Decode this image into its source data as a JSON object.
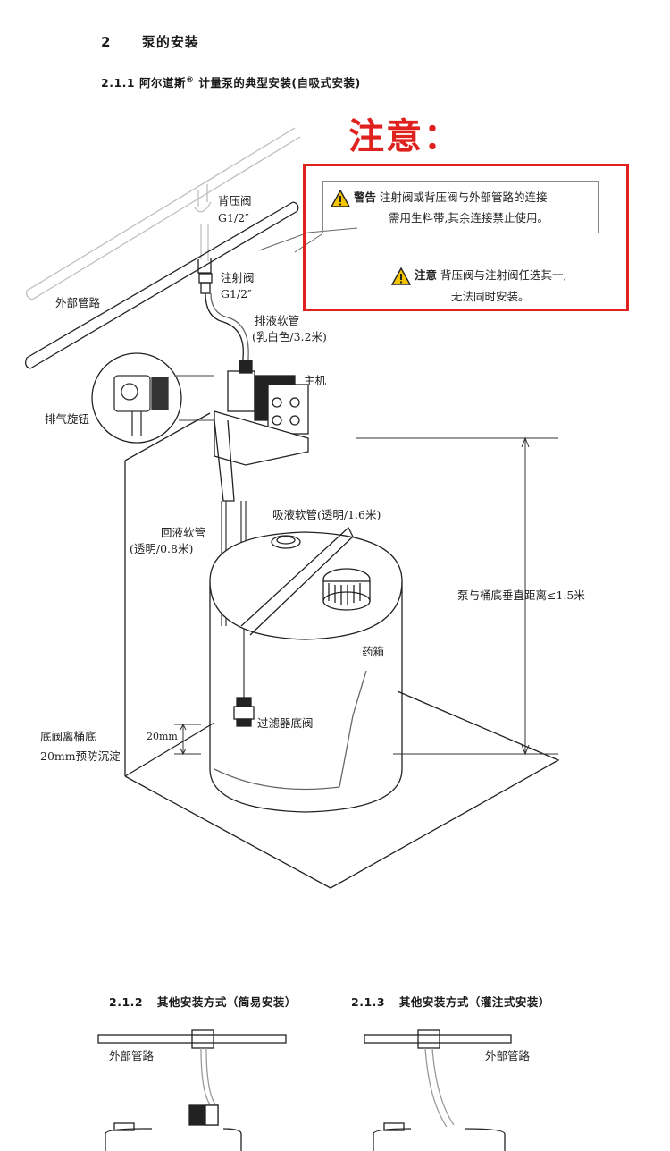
{
  "section": {
    "number": "2",
    "title": "泵的安装"
  },
  "subsection_1": {
    "number": "2.1.1",
    "title_prefix": "阿尔道斯",
    "reg_mark": "®",
    "title_suffix": "计量泵的典型安装(自吸式安装)"
  },
  "notice": {
    "title": "注意：",
    "warning": {
      "tag": "警告",
      "line1": "注射阀或背压阀与外部管路的连接",
      "line2": "需用生料带,其余连接禁止使用。"
    },
    "caution": {
      "tag": "注意",
      "line1": "背压阀与注射阀任选其一,",
      "line2": "无法同时安装。"
    },
    "colors": {
      "accent": "#e0221f"
    }
  },
  "labels": {
    "back_pressure_valve": "背压阀",
    "back_pressure_size": "G1/2″",
    "injection_valve": "注射阀",
    "injection_size": "G1/2″",
    "external_pipe": "外部管路",
    "discharge_hose": "排液软管",
    "discharge_hose_spec": "(乳白色/3.2米)",
    "main_unit": "主机",
    "vent_knob": "排气旋钮",
    "suction_hose": "吸液软管(透明/1.6米)",
    "return_hose": "回液软管",
    "return_hose_spec": "(透明/0.8米)",
    "pump_tank_distance": "泵与桶底垂直距离≤1.5米",
    "tank": "药箱",
    "foot_valve": "过滤器底阀",
    "foot_gap_line1": "底阀离桶底",
    "foot_gap_line2": "20mm预防沉淀",
    "gap": "20mm"
  },
  "subsection_2": {
    "number": "2.1.2",
    "title": "其他安装方式（简易安装）",
    "pipe_label": "外部管路"
  },
  "subsection_3": {
    "number": "2.1.3",
    "title": "其他安装方式（灌注式安装）",
    "pipe_label": "外部管路"
  }
}
